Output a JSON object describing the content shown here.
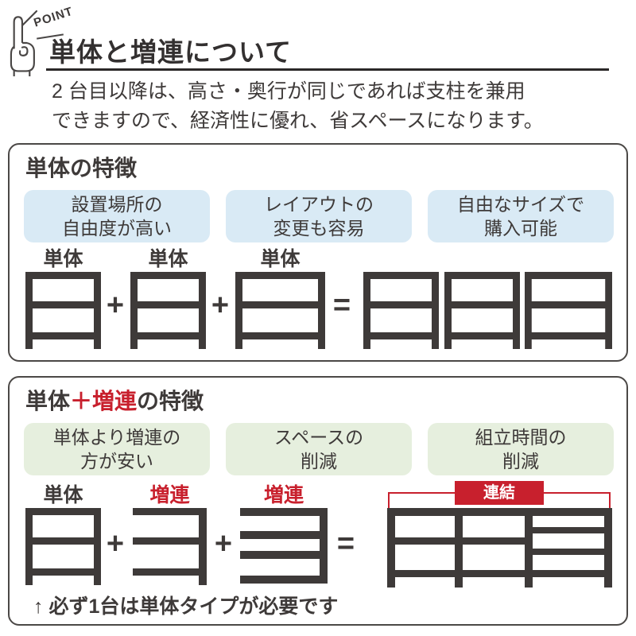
{
  "header": {
    "point_label": "POINT",
    "title": "単体と増連について",
    "description_line1": "2 台目以降は、高さ・奥行が同じであれば支柱を兼用",
    "description_line2": "できますので、経済性に優れ、省スペースになります。"
  },
  "operators": {
    "plus": "+",
    "equals": "="
  },
  "section_standalone": {
    "title": "単体の特徴",
    "pills": [
      "設置場所の\n自由度が高い",
      "レイアウトの\n変更も容易",
      "自由なサイズで\n購入可能"
    ],
    "unit_labels": [
      "単体",
      "単体",
      "単体"
    ]
  },
  "section_combo": {
    "title_prefix": "単体",
    "title_accent": "＋増連",
    "title_suffix": "の特徴",
    "pills": [
      "単体より増連の\n方が安い",
      "スペースの\n削減",
      "組立時間の\n削減"
    ],
    "unit_labels": [
      "単体",
      "増連",
      "増連"
    ],
    "connector_label": "連結",
    "footnote": "↑ 必ず1台は単体タイプが必要です"
  },
  "colors": {
    "accent_red": "#c8202d",
    "pill_blue": "#d9eaf5",
    "pill_green": "#e6efde",
    "ink_dark": "#3e3a39"
  }
}
